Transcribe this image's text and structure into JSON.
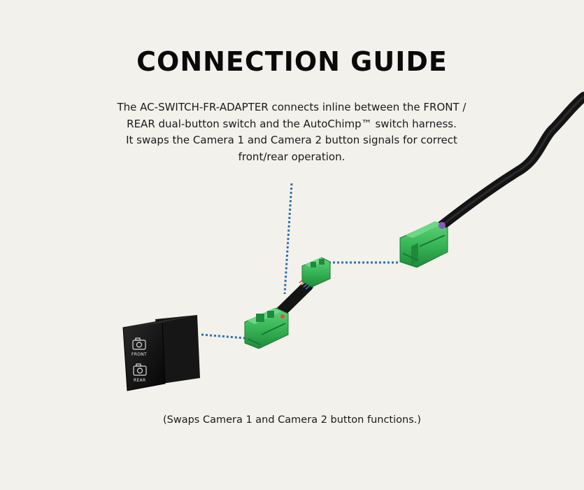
{
  "title": "CONNECTION GUIDE",
  "description_lines": [
    "The AC-SWITCH-FR-ADAPTER connects inline between the FRONT /",
    "REAR dual-button switch and the AutoChimp™ switch harness.",
    "It swaps the Camera 1 and Camera 2 button signals for correct",
    "front/rear operation."
  ],
  "caption": "(Swaps Camera 1 and Camera 2 button functions.)",
  "switch": {
    "top_label": "FRONT",
    "bottom_label": "REAR",
    "icon_top": "camera-icon",
    "icon_bottom": "camera-icon"
  },
  "colors": {
    "background": "#f3f1ec",
    "connector_green": "#3cb85a",
    "connector_dark_green": "#1f8a3a",
    "leader_line": "#2e6fb0",
    "cable": "#141414"
  }
}
